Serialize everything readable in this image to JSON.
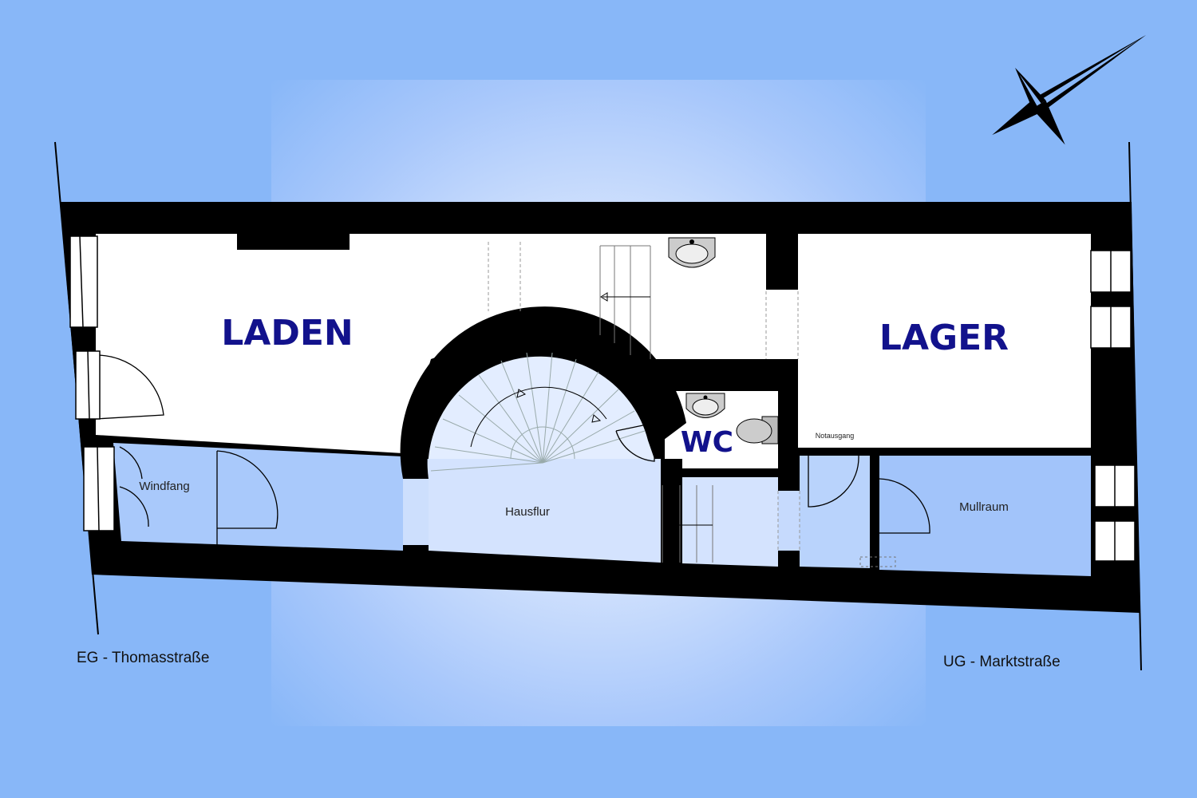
{
  "rooms": {
    "laden": "LADEN",
    "lager": "LAGER",
    "wc": "WC",
    "windfang": "Windfang",
    "hausflur": "Hausflur",
    "notausgang": "Notausgang",
    "muellraum": "Mullraum"
  },
  "streets": {
    "left": "EG - Thomasstraße",
    "right": "UG - Marktstraße"
  },
  "colors": {
    "background": "#88b7f8",
    "room_label": "#12128c",
    "wall": "#000000"
  },
  "icons": [
    "compass-rose-icon",
    "washbasin-icon",
    "toilet-icon"
  ]
}
